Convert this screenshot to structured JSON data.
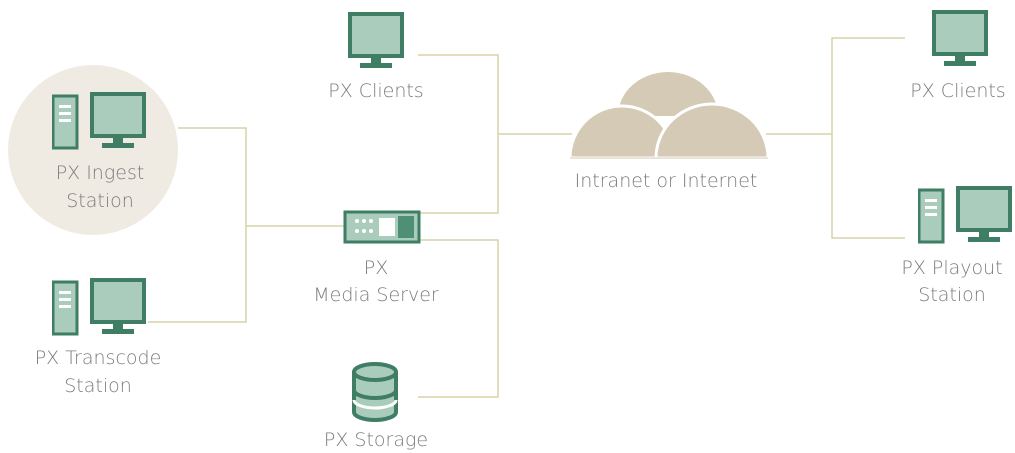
{
  "diagram": {
    "colors": {
      "device_light": "#a9ccbc",
      "device_dark": "#4f8f75",
      "device_border": "#3f7d64",
      "wire": "#d8d2a6",
      "cloud": "#d4cab6",
      "cloud_highlight": "#e7e1d2",
      "highlight_circle": "#efebe3",
      "label": "#7c7c7c"
    },
    "nodes": {
      "ingest": {
        "line1": "PX Ingest",
        "line2": "Station",
        "icon": "workstation-icon",
        "highlighted": true
      },
      "transcode": {
        "line1": "PX Transcode",
        "line2": "Station",
        "icon": "workstation-icon"
      },
      "clients_left": {
        "line1": "PX Clients",
        "icon": "monitor-icon"
      },
      "media_server": {
        "line1": "PX",
        "line2": "Media Server",
        "icon": "server-icon"
      },
      "storage": {
        "line1": "PX Storage",
        "icon": "database-icon"
      },
      "network": {
        "line1": "Intranet or Internet",
        "icon": "cloud-icon"
      },
      "clients_right": {
        "line1": "PX Clients",
        "icon": "monitor-icon"
      },
      "playout": {
        "line1": "PX Playout",
        "line2": "Station",
        "icon": "workstation-icon"
      }
    }
  }
}
